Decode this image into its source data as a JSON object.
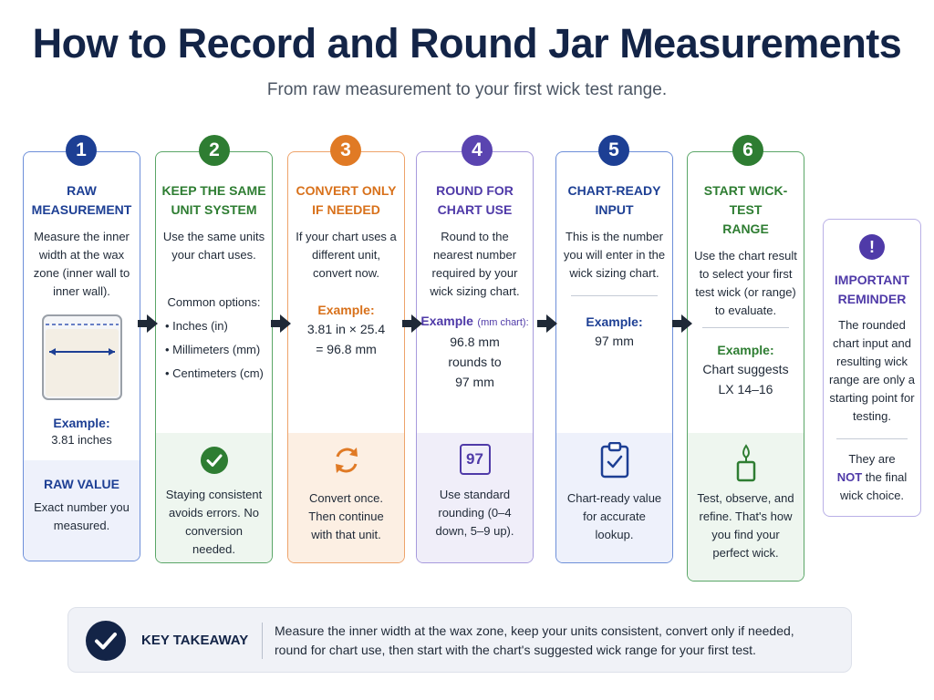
{
  "title": "How to Record and Round Jar Measurements",
  "subtitle": "From raw measurement to your first wick test range.",
  "steps": [
    {
      "number": "1",
      "heading_line1": "RAW",
      "heading_line2": "MEASUREMENT",
      "desc": "Measure the inner width at the wax zone (inner wall to inner wall).",
      "example_label": "Example:",
      "example_text": "3.81 inches",
      "bottom_title": "RAW VALUE",
      "bottom_text": "Exact number you measured."
    },
    {
      "number": "2",
      "heading_line1": "KEEP THE SAME",
      "heading_line2": "UNIT SYSTEM",
      "desc": "Use the same units your chart uses.",
      "options_label": "Common options:",
      "options": [
        "Inches (in)",
        "Millimeters (mm)",
        "Centimeters (cm)"
      ],
      "bottom_text": "Staying consistent avoids errors. No conversion needed."
    },
    {
      "number": "3",
      "heading_line1": "CONVERT ONLY",
      "heading_line2": "IF NEEDED",
      "desc": "If your chart uses a different unit, convert now.",
      "example_label": "Example:",
      "example_line1": "3.81 in × 25.4",
      "example_line2": "= 96.8 mm",
      "bottom_text": "Convert once. Then continue with that unit."
    },
    {
      "number": "4",
      "heading_line1": "ROUND FOR",
      "heading_line2": "CHART USE",
      "desc": "Round to the nearest number required by your wick sizing chart.",
      "example_label": "Example",
      "example_note": "(mm chart):",
      "example_line1": "96.8 mm",
      "example_line2": "rounds to",
      "example_line3": "97 mm",
      "badge": "97",
      "bottom_text": "Use standard rounding (0–4 down, 5–9 up)."
    },
    {
      "number": "5",
      "heading_line1": "CHART-READY",
      "heading_line2": "INPUT",
      "desc": "This is the number you will enter in the wick sizing chart.",
      "example_label": "Example:",
      "example_text": "97 mm",
      "bottom_text": "Chart-ready value for accurate lookup."
    },
    {
      "number": "6",
      "heading_line1": "START WICK-TEST",
      "heading_line2": "RANGE",
      "desc": "Use the chart result to select your first test wick (or range) to evaluate.",
      "example_label": "Example:",
      "example_line1": "Chart suggests",
      "example_line2": "LX 14–16",
      "bottom_text": "Test, observe, and refine. That's how you find your perfect wick."
    }
  ],
  "reminder": {
    "icon": "!",
    "heading_line1": "IMPORTANT",
    "heading_line2": "REMINDER",
    "text": "The rounded chart input and resulting wick range are only a starting point for testing.",
    "text2_a": "They are",
    "text2_not": "NOT",
    "text2_b": "the final wick choice."
  },
  "takeaway": {
    "label": "KEY TAKEAWAY",
    "line1": "Measure the inner width at the wax zone, keep your units consistent, convert only if needed,",
    "line2": "round for chart use, then start with the chart's suggested wick range for your first test."
  },
  "colors": {
    "blue": "#1d3f94",
    "green": "#2e7d32",
    "orange": "#d8711b",
    "purple": "#4f3aa8",
    "navy": "#132447"
  }
}
